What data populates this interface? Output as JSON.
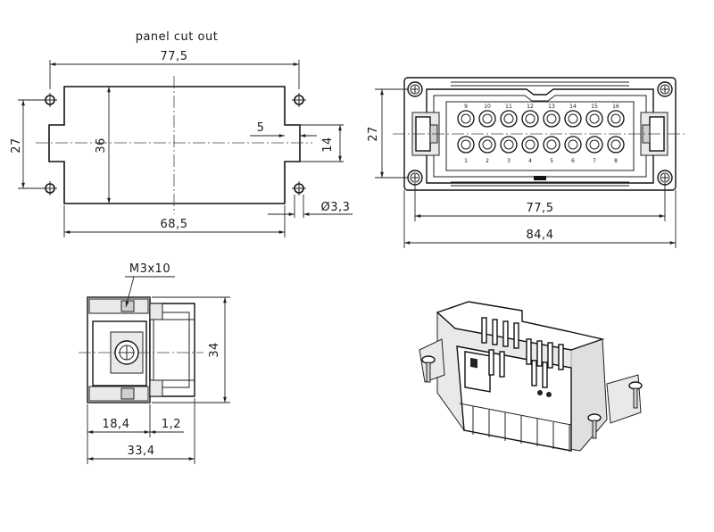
{
  "panel_cutout": {
    "title": "panel cut out",
    "dims": {
      "overall_width": "77,5",
      "inner_width": "68,5",
      "height_36": "36",
      "hole_spacing": "27",
      "slot_depth": "5",
      "slot_width": "14",
      "hole_diameter": "Ø3,3"
    }
  },
  "front_view": {
    "dims": {
      "height": "27",
      "flange_width": "77,5",
      "overall_width": "84,4"
    },
    "pins_top": [
      "9",
      "10",
      "11",
      "12",
      "13",
      "14",
      "15",
      "16"
    ],
    "pins_bottom": [
      "1",
      "2",
      "3",
      "4",
      "5",
      "6",
      "7",
      "8"
    ]
  },
  "side_view": {
    "screw_label": "M3x10",
    "dims": {
      "height": "34",
      "depth_a": "18,4",
      "depth_b": "1,2",
      "total_depth": "33,4"
    }
  },
  "iso_view": {
    "description": ""
  }
}
